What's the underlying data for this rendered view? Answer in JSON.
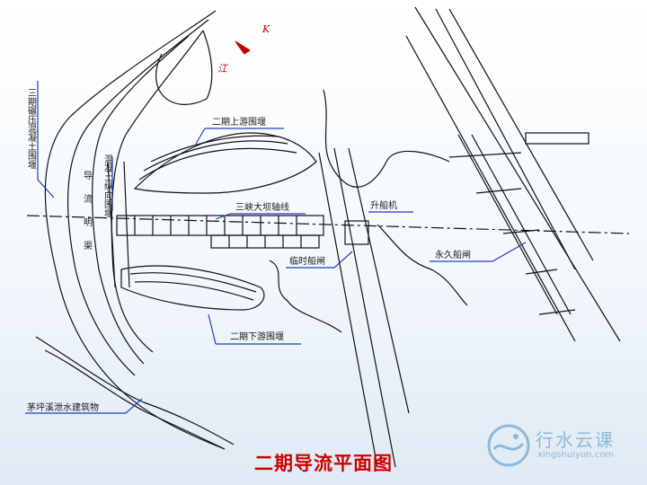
{
  "diagram": {
    "title": "二期导流平面图",
    "labels": {
      "upstream_cofferdam": "二期上游围堰",
      "downstream_cofferdam": "二期下游围堰",
      "dam_axis": "三峡大坝轴线",
      "temp_lock": "临时船闸",
      "ship_lift": "升船机",
      "permanent_lock": "永久船闸",
      "maoping": "茅坪溪泄水建筑物",
      "third_phase_cofferdam": "三期碾压混凝土围堰",
      "concrete_long_wall": "混凝土纵向围堰",
      "channel": "导流明渠",
      "river_k": "K",
      "river_jiang": "江"
    },
    "colors": {
      "title": "#d00000",
      "callout": "#1f3fbf",
      "ink": "#111111",
      "logo": "#8fb9d8"
    }
  },
  "logo": {
    "cn": "行水云课",
    "en": "xingshuiyun.com",
    "icon": "wave-logo-icon"
  }
}
